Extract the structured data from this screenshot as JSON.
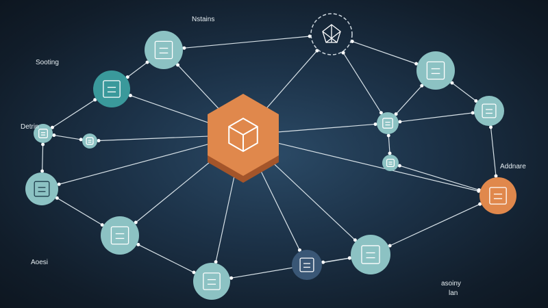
{
  "labels": {
    "top": "Nstains",
    "left_upper": "Sooting",
    "left_mid": "Detrin",
    "left_lower": "Aoesi",
    "right_mid": "Addnare",
    "right_lower_1": "asoiny",
    "right_lower_2": "lan"
  },
  "colors": {
    "hub": "#e0884c",
    "teal_light": "#8cc2c3",
    "teal_dark": "#3a999b",
    "navy": "#3a5776",
    "edge": "#d8e2e8"
  },
  "nodes": [
    {
      "id": "hub",
      "icon": "cube-icon"
    },
    {
      "id": "n1",
      "icon": "document-icon"
    },
    {
      "id": "n2",
      "icon": "person-icon"
    },
    {
      "id": "n3",
      "icon": "chart-icon"
    },
    {
      "id": "n4",
      "icon": "tablet-icon"
    },
    {
      "id": "n5",
      "icon": "server-icon"
    },
    {
      "id": "n6",
      "icon": "gear-icon"
    },
    {
      "id": "n7",
      "icon": "shield-icon"
    },
    {
      "id": "n8",
      "icon": "house-icon"
    },
    {
      "id": "n9",
      "icon": "bell-icon"
    },
    {
      "id": "n10",
      "icon": "badge-icon"
    },
    {
      "id": "n11",
      "icon": "folder-icon"
    },
    {
      "id": "n12",
      "icon": "box-icon"
    },
    {
      "id": "n13",
      "icon": "building-icon"
    },
    {
      "id": "n14",
      "icon": "database-icon"
    },
    {
      "id": "n15",
      "icon": "network-icon"
    }
  ]
}
